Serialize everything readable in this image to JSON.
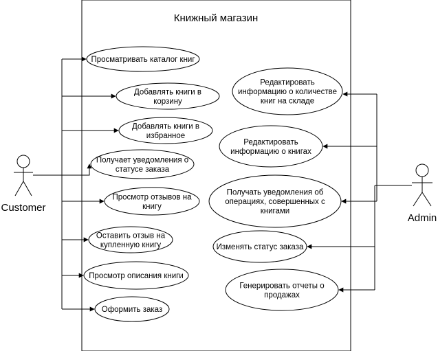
{
  "system": {
    "title": "Книжный магазин"
  },
  "actors": {
    "customer": {
      "label": "Customer"
    },
    "admin": {
      "label": "Admin"
    }
  },
  "customer_use_cases": [
    {
      "lines": [
        "Просматривать каталог книг"
      ]
    },
    {
      "lines": [
        "Добавлять книги в",
        "корзину"
      ]
    },
    {
      "lines": [
        "Добавлять книги в",
        "избранное"
      ]
    },
    {
      "lines": [
        "Получает уведомления о",
        "статусе заказа"
      ]
    },
    {
      "lines": [
        "Просмотр отзывов на",
        "книгу"
      ]
    },
    {
      "lines": [
        "Оставить отзыв на",
        "купленную книгу"
      ]
    },
    {
      "lines": [
        "Просмотр описания книги"
      ]
    },
    {
      "lines": [
        "Оформить заказ"
      ]
    }
  ],
  "admin_use_cases": [
    {
      "lines": [
        "Редактировать",
        "информацию о количестве",
        "книг на складе"
      ]
    },
    {
      "lines": [
        "Редактировать",
        "информацию о книгах"
      ]
    },
    {
      "lines": [
        "Получать уведомления об",
        "операциях, совершенных с",
        "книгами"
      ]
    },
    {
      "lines": [
        "Изменять статус заказа"
      ]
    },
    {
      "lines": [
        "Генерировать отчеты о",
        "продажах"
      ]
    }
  ]
}
